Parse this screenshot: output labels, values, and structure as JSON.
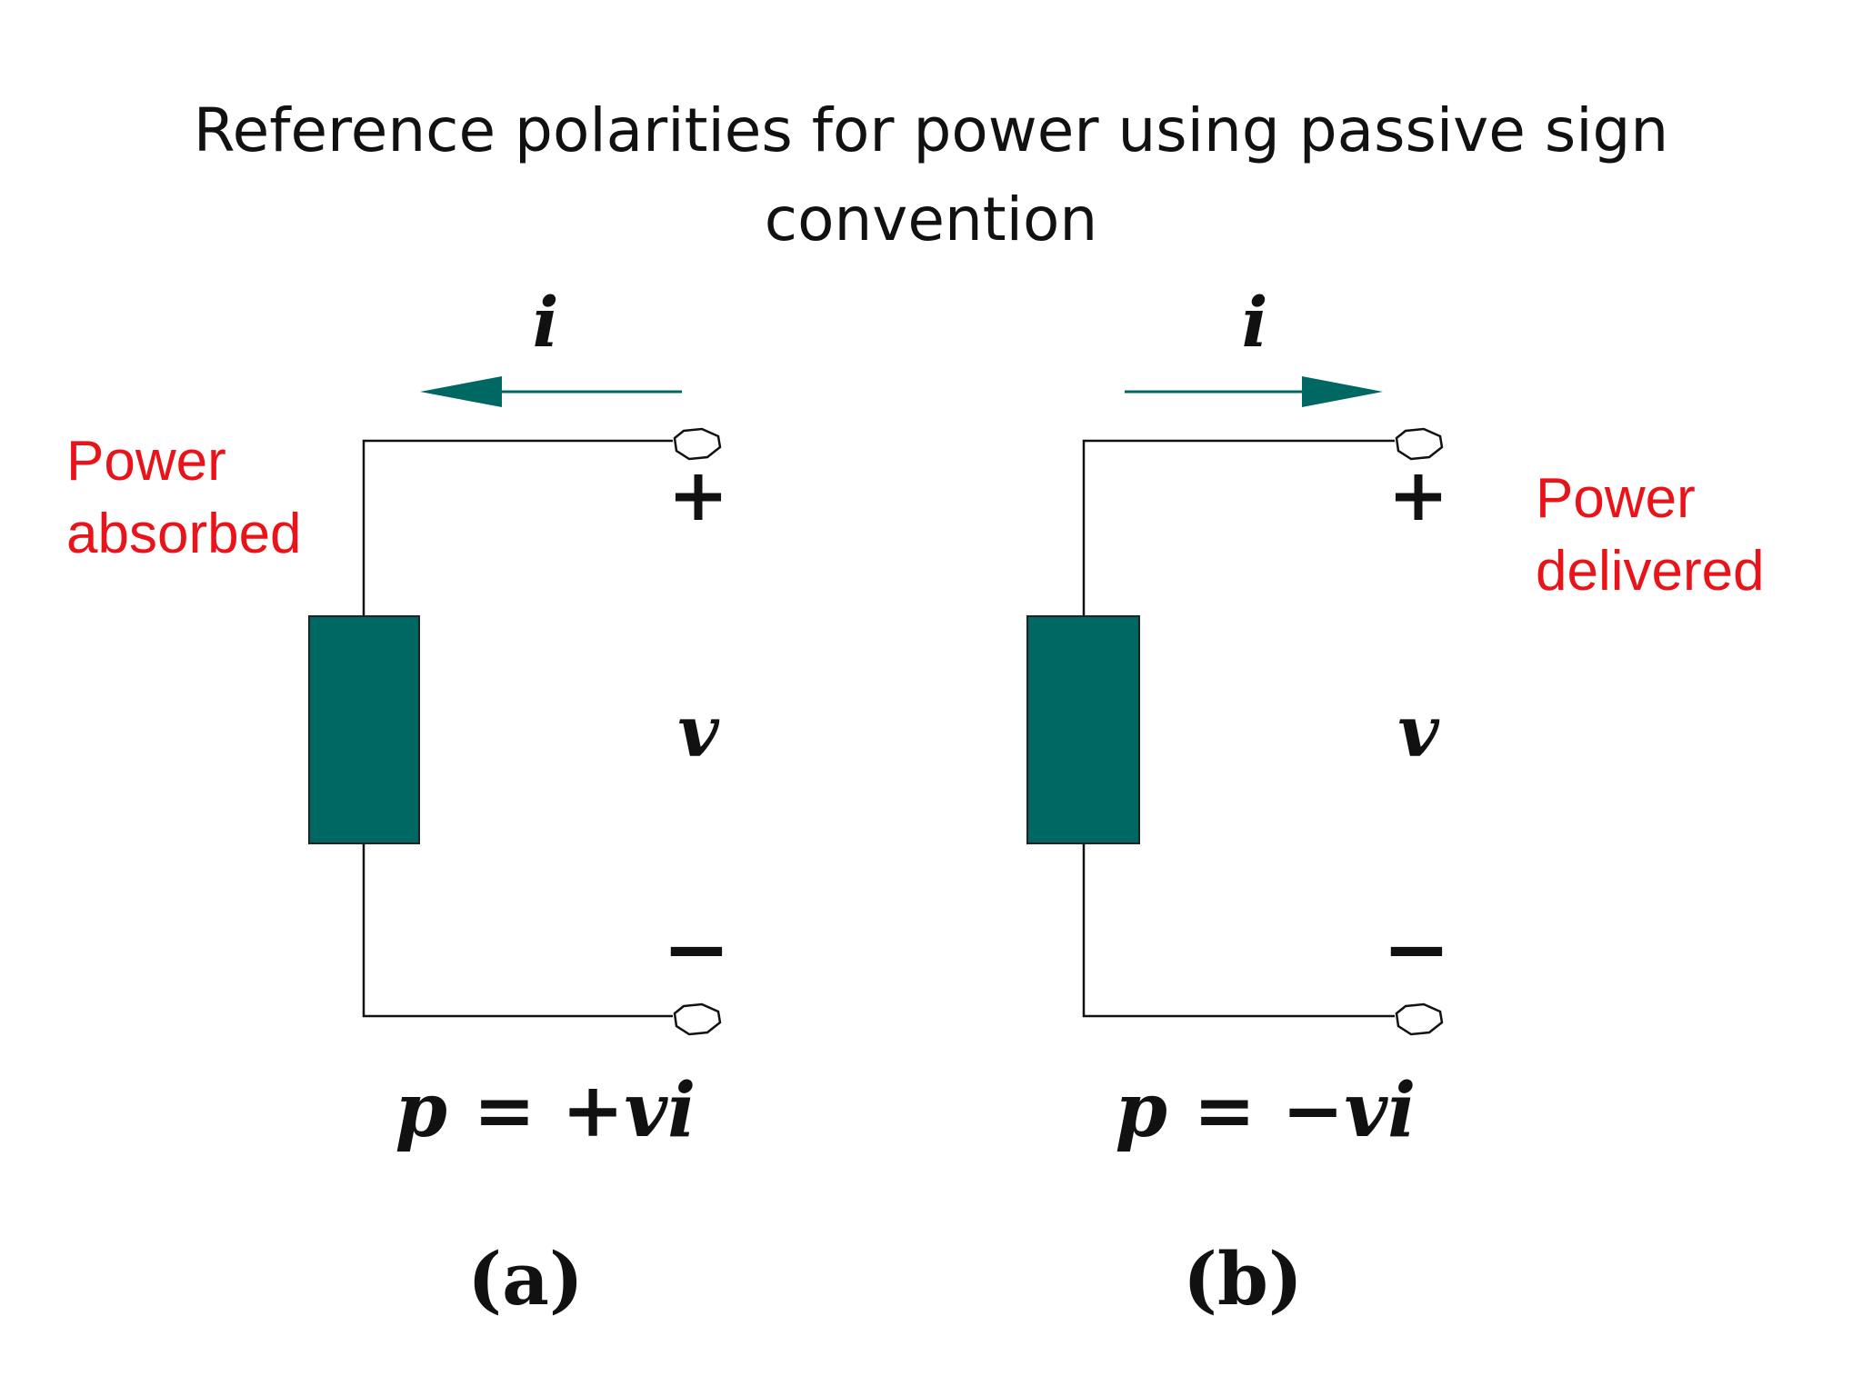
{
  "title": {
    "line1": "Reference polarities for power using passive sign",
    "line2": "convention"
  },
  "colors": {
    "element_fill": "#006863",
    "arrow": "#006863",
    "wire": "#111111",
    "annotation": "#e8141a"
  },
  "circuit_a": {
    "current_label": "i",
    "current_direction": "left",
    "plus": "+",
    "voltage_label": "v",
    "minus": "−",
    "equation": "p = +vi",
    "caption": "(a)",
    "annotation": {
      "line1": "Power",
      "line2": "absorbed"
    }
  },
  "circuit_b": {
    "current_label": "i",
    "current_direction": "right",
    "plus": "+",
    "voltage_label": "v",
    "minus": "−",
    "equation": "p = −vi",
    "caption": "(b)",
    "annotation": {
      "line1": "Power",
      "line2": "delivered"
    }
  }
}
